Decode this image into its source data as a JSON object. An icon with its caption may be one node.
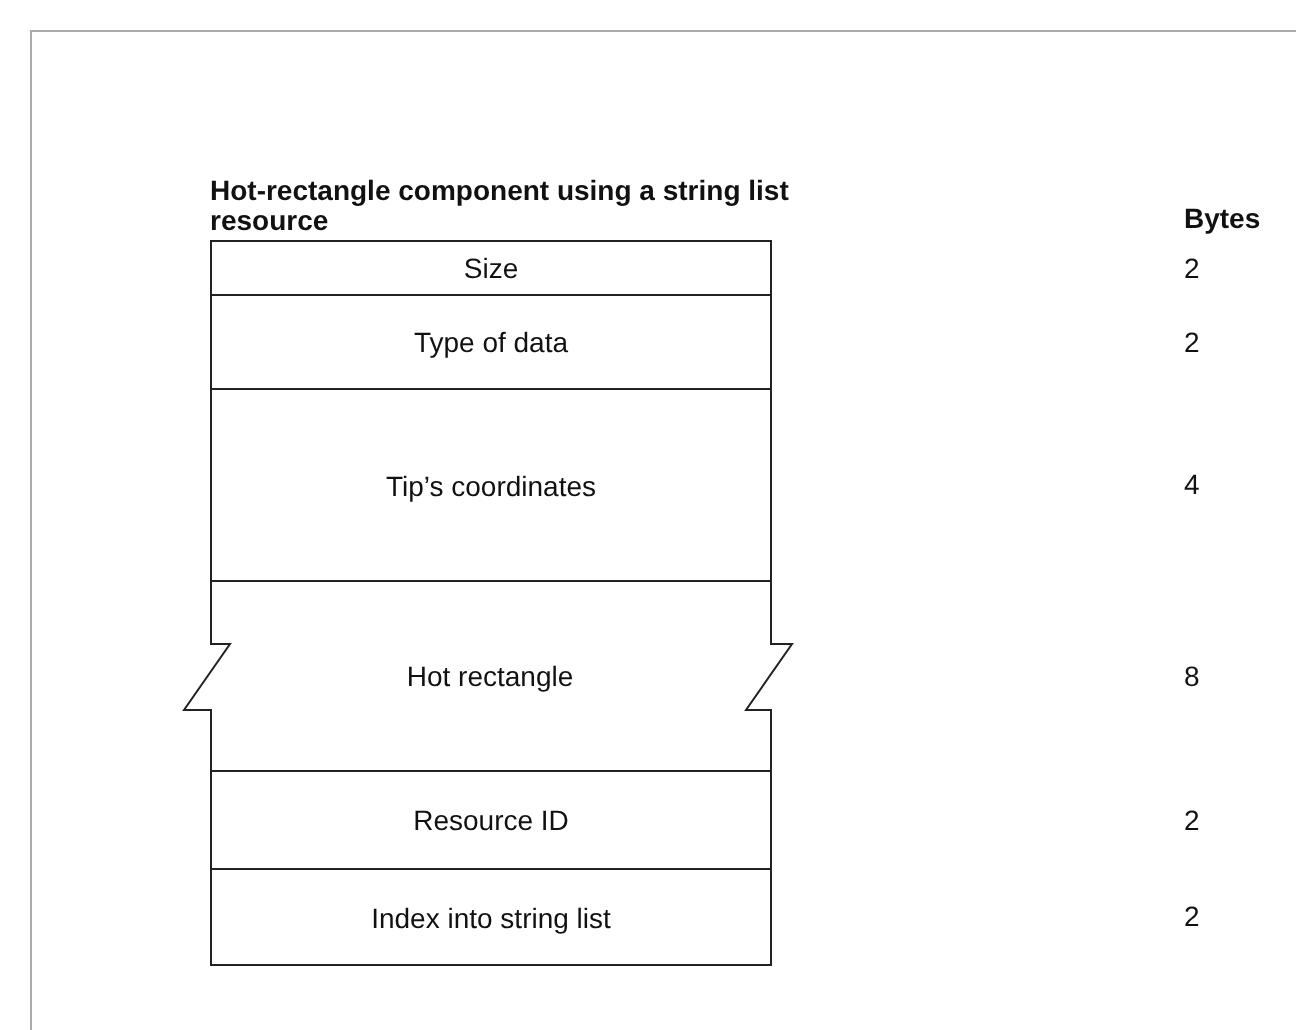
{
  "diagram": {
    "title": "Hot-rectangle component using a string list resource",
    "nodes": [
      {
        "text": [
          "Size"
        ]
      },
      {
        "text": [
          "Type of data"
        ]
      },
      {
        "text": [
          "Tip’s coordinates"
        ]
      },
      {
        "text": [
          "Hot rectangle"
        ]
      },
      {
        "text": [
          "Resource ID"
        ]
      },
      {
        "text": [
          "Index into string list"
        ]
      }
    ],
    "edges": [],
    "labels": [
      "Bytes",
      "2",
      "2",
      "4",
      "8",
      "2",
      "2"
    ]
  }
}
